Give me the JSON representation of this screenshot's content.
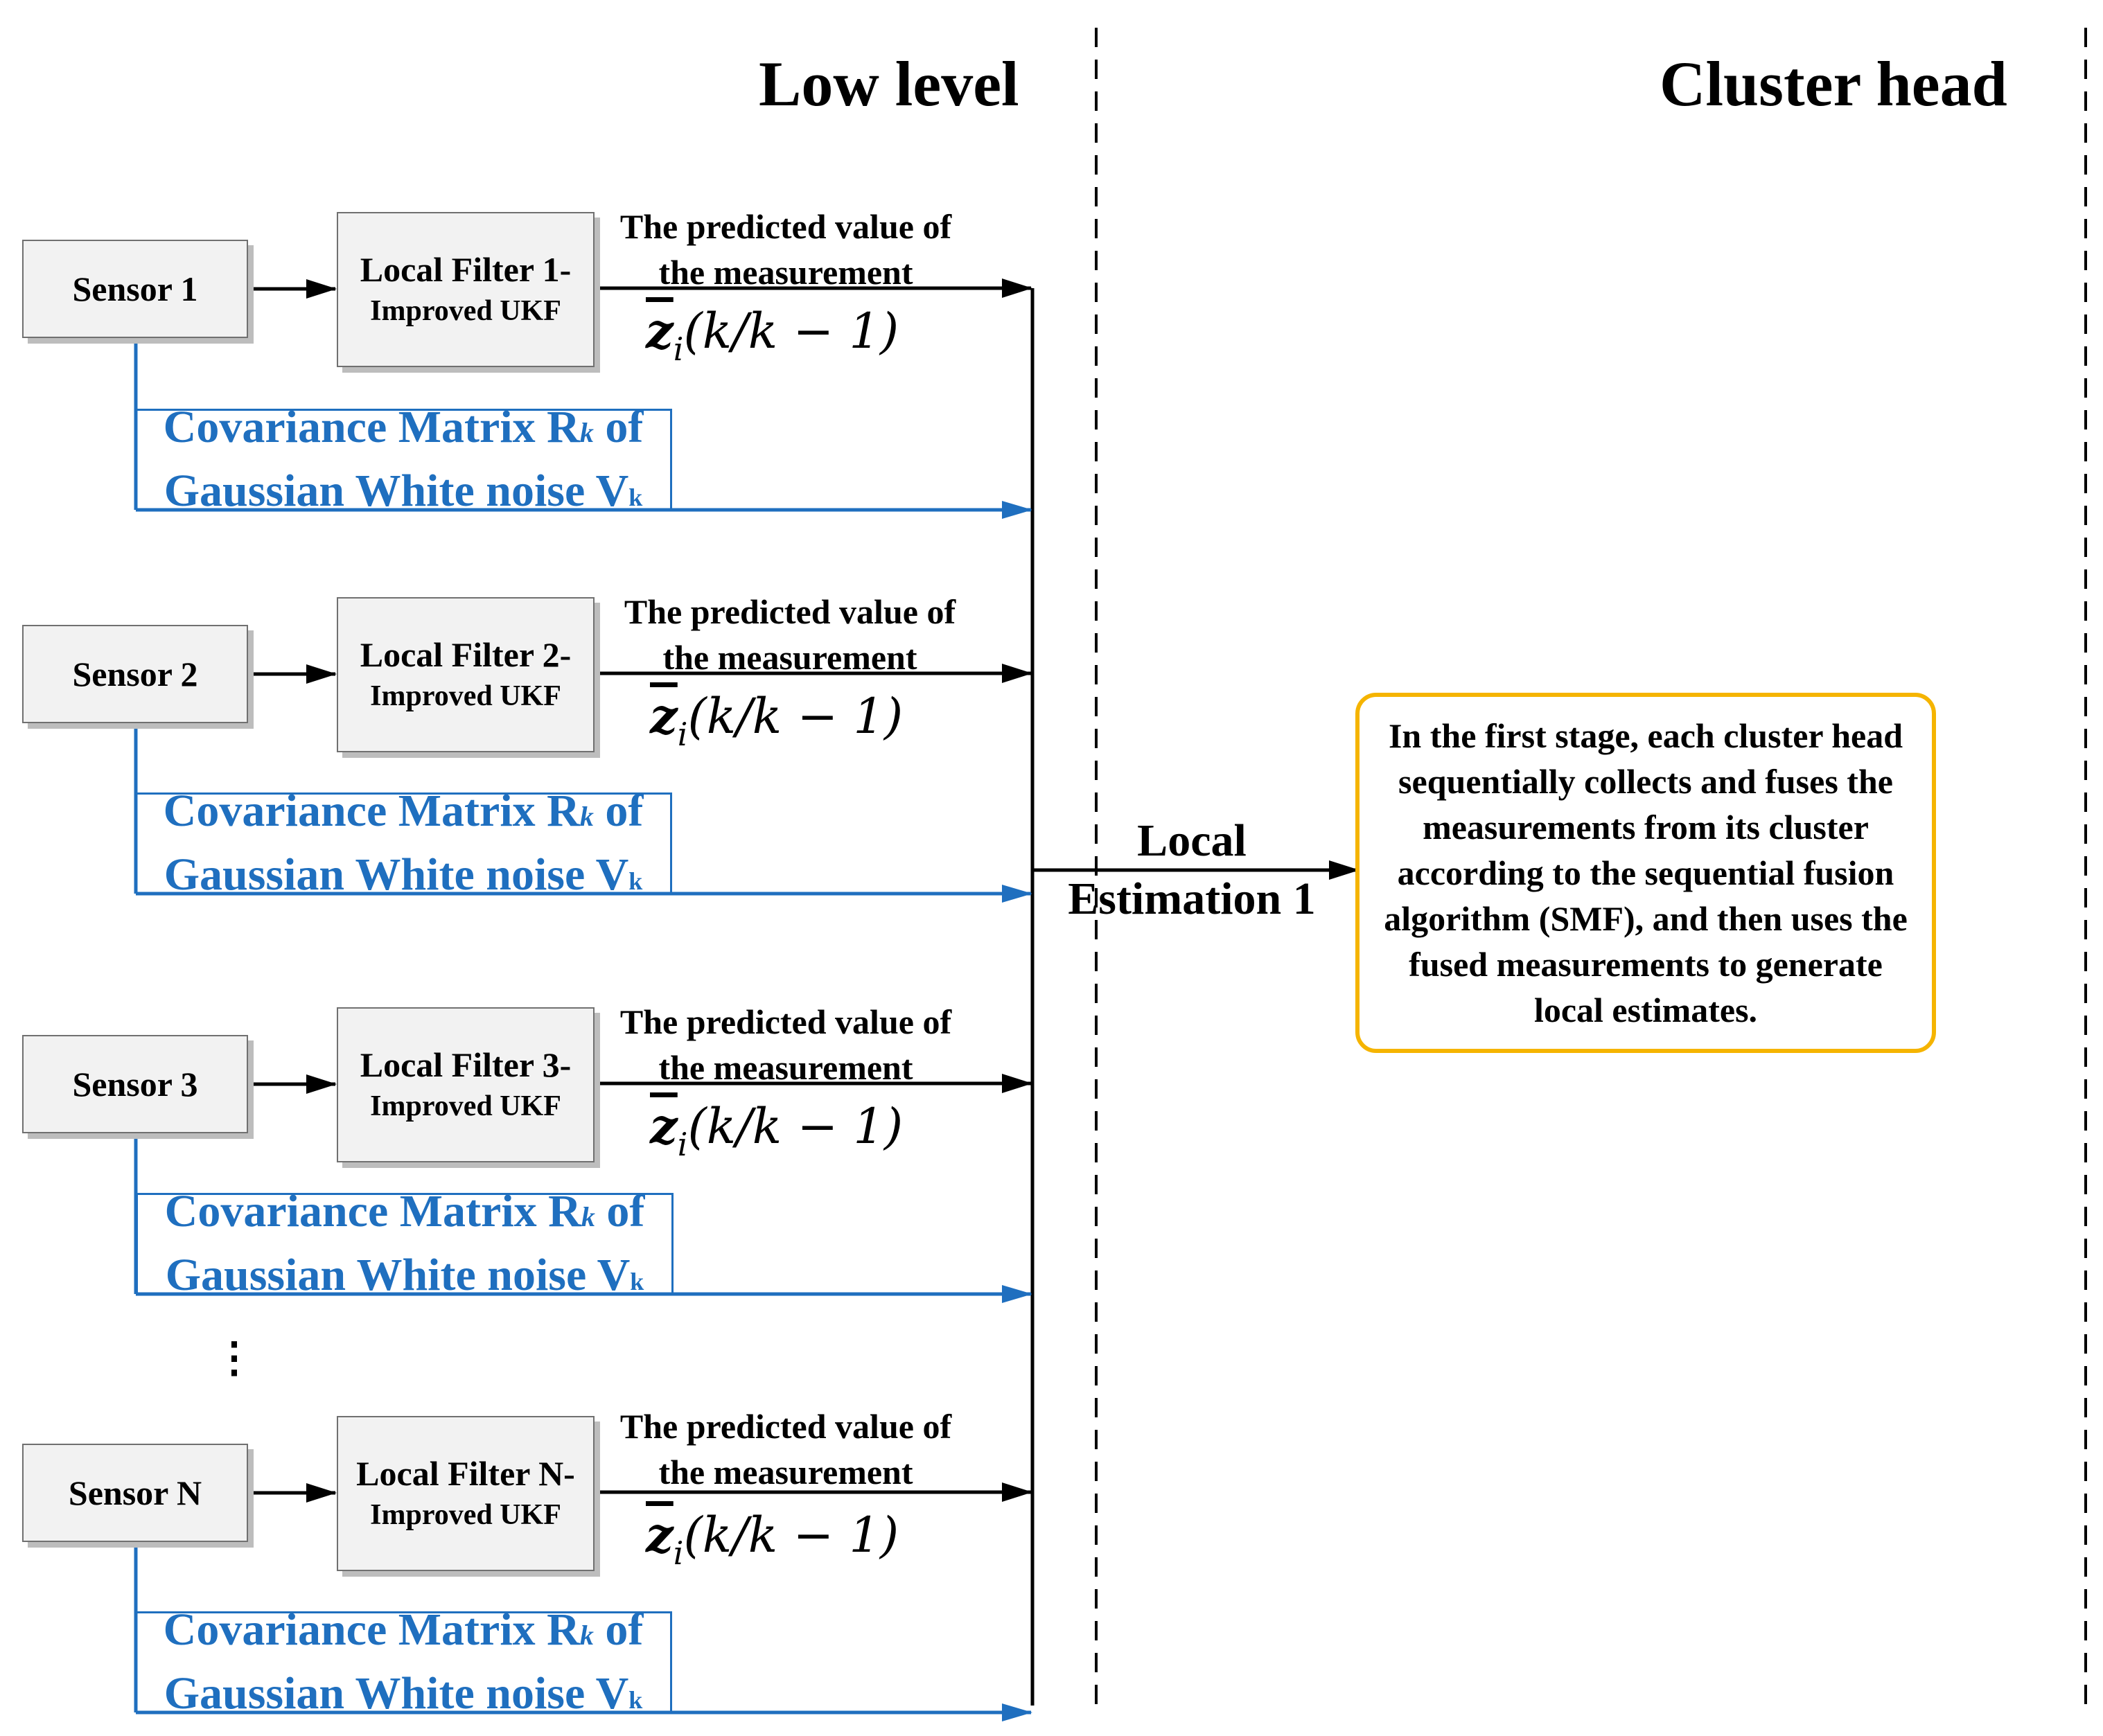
{
  "titles": {
    "low_level": "Low level",
    "cluster_head": "Cluster head"
  },
  "rows": [
    {
      "sensor": "Sensor 1",
      "filter_line1": "Local Filter 1-",
      "filter_line2": "Improved UKF",
      "pred_line1": "The predicted value of",
      "pred_line2": "the measurement",
      "formula": {
        "z": "z",
        "sub": "i",
        "arg": "(k/k − 1)"
      },
      "cov_line1_a": "Covariance Matrix R",
      "cov_line1_sub": "k",
      "cov_line1_b": " of",
      "cov_line2_a": "Gaussian White noise V",
      "cov_line2_sub": "k"
    },
    {
      "sensor": "Sensor 2",
      "filter_line1": "Local Filter 2-",
      "filter_line2": "Improved UKF",
      "pred_line1": "The predicted value of",
      "pred_line2": "the measurement",
      "formula": {
        "z": "z",
        "sub": "i",
        "arg": "(k/k − 1)"
      },
      "cov_line1_a": "Covariance Matrix R",
      "cov_line1_sub": "k",
      "cov_line1_b": " of",
      "cov_line2_a": "Gaussian White noise V",
      "cov_line2_sub": "k"
    },
    {
      "sensor": "Sensor 3",
      "filter_line1": "Local Filter 3-",
      "filter_line2": "Improved UKF",
      "pred_line1": "The predicted value of",
      "pred_line2": "the measurement",
      "formula": {
        "z": "z",
        "sub": "i",
        "arg": "(k/k − 1)"
      },
      "cov_line1_a": "Covariance Matrix R",
      "cov_line1_sub": "k",
      "cov_line1_b": " of",
      "cov_line2_a": "Gaussian White noise V",
      "cov_line2_sub": "k"
    },
    {
      "sensor": "Sensor N",
      "filter_line1": "Local Filter N-",
      "filter_line2": "Improved UKF",
      "pred_line1": "The predicted value of",
      "pred_line2": "the measurement",
      "formula": {
        "z": "z",
        "sub": "i",
        "arg": "(k/k − 1)"
      },
      "cov_line1_a": "Covariance Matrix R",
      "cov_line1_sub": "k",
      "cov_line1_b": " of",
      "cov_line2_a": "Gaussian White noise V",
      "cov_line2_sub": "k"
    }
  ],
  "ellipsis": "⋮",
  "local_estimation": {
    "line1": "Local",
    "line2": "Estimation 1"
  },
  "description": "In the first stage, each cluster head sequentially collects and fuses the measurements from its cluster according to the sequential fusion algorithm (SMF), and then uses the fused measurements to generate local estimates.",
  "colors": {
    "blue": "#1f6fbf",
    "yellow": "#f5b400",
    "black": "#000000"
  }
}
